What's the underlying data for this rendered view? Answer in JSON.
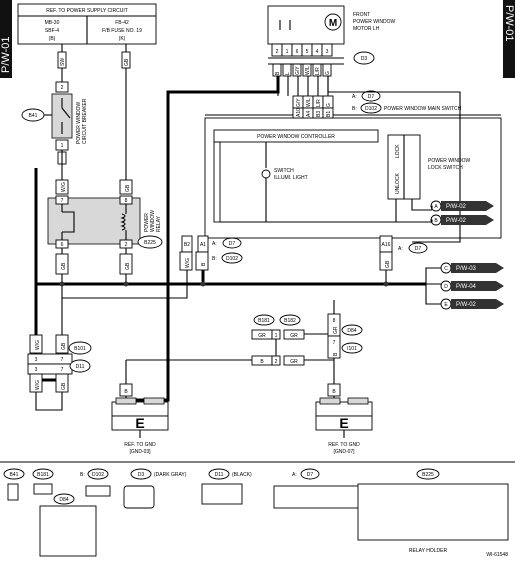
{
  "tabs": {
    "left": "P/W-01",
    "right": "P/W-01"
  },
  "supply": {
    "title": "REF. TO POWER SUPPLY CIRCUIT",
    "left_l1": "MB-30",
    "left_l2": "SBF-4",
    "left_l3": "(B)",
    "right_l1": "FB-42",
    "right_l2": "F/B FUSE NO. 19",
    "right_l3": "(K)"
  },
  "motor": {
    "l1": "FRONT",
    "l2": "POWER WINDOW",
    "l3": "MOTOR LH",
    "symbol": "M",
    "pins": [
      "2",
      "1",
      "6",
      "5",
      "4",
      "3"
    ],
    "wires": [
      "B",
      "L",
      "G/Y",
      "W/L",
      "L/R",
      "G"
    ],
    "connector": "D3"
  },
  "main_switch": {
    "label": "POWER WINDOW MAIN SWITCH",
    "conn_a": "A:",
    "conn_a_id": "D7",
    "conn_b": "B:",
    "conn_b_id": "D102",
    "pins": [
      "A10",
      "A4",
      "B3",
      "B1"
    ],
    "wires": [
      "G/Y",
      "W/L",
      "L/R",
      "G"
    ]
  },
  "controller": {
    "label": "POWER WINDOW CONTROLLER",
    "illum_l1": "SWITCH",
    "illum_l2": "ILLUMI. LIGHT"
  },
  "lock_switch": {
    "l1": "POWER WINDOW",
    "l2": "LOCK SWITCH",
    "lock": "LOCK",
    "unlock": "UNLOCK"
  },
  "refs": {
    "a": {
      "letter": "A",
      "text": "P/W-02"
    },
    "b": {
      "letter": "B",
      "text": "P/W-02"
    },
    "c": {
      "letter": "C",
      "text": "P/W-03"
    },
    "d": {
      "letter": "D",
      "text": "P/W-04"
    },
    "e": {
      "letter": "E",
      "text": "P/W-02"
    }
  },
  "breaker": {
    "id": "B41",
    "l1": "POWER WINDOW",
    "l2": "CIRCUIT BREAKER",
    "pin_top": "2",
    "pin_bot": "1",
    "wire_top": "SW",
    "wire_bot": "SW"
  },
  "relay": {
    "id": "B225",
    "l1": "POWER",
    "l2": "WINDOW",
    "l3": "RELAY",
    "pins": [
      "7",
      "8",
      "6",
      "2"
    ],
    "wires": [
      "W/G",
      "GB",
      "GB",
      "GB"
    ],
    "supply_wire": "GB"
  },
  "switch_pins": {
    "s1": "B2",
    "s1w": "W/G",
    "s2": "A1",
    "s2w": "B",
    "s3": "A16",
    "s3w": "GB",
    "s3conn": "A:",
    "s3conn_id": "D7",
    "cd7_a": "A:",
    "cd7_id": "D7",
    "cd102_b": "B:",
    "cd102_id": "D102"
  },
  "joint": {
    "b101": "B101",
    "d11": "D11",
    "b181": "B181",
    "b182": "B182",
    "d84": "D84",
    "i101": "I101",
    "w1": "W/G",
    "w2": "GB",
    "w3": "W/G",
    "w4": "GB",
    "p1": "3",
    "p2": "7",
    "p3": "3",
    "p4": "7",
    "gr1": "GR",
    "gr2": "GR",
    "gr3": "GR",
    "b1": "B",
    "b2": "B",
    "n1": "1",
    "n2": "2",
    "d84p1": "8",
    "d84w1": "GR",
    "d84p2": "7",
    "d84w2": "B"
  },
  "grounds": {
    "g1": {
      "letter": "E",
      "l1": "REF. TO GND",
      "l2": "[GND-03]",
      "wire": "B"
    },
    "g2": {
      "letter": "E",
      "l1": "REF. TO GND",
      "l2": "[GND-07]",
      "wire": "B"
    }
  },
  "connectors": {
    "b41": "B41",
    "b181": "B181",
    "b102": "B:",
    "b102_id": "D102",
    "d3": "D3",
    "d3_color": "(DARK GRAY)",
    "d11": "D11",
    "d11_color": "(BLACK)",
    "d7": "A:",
    "d7_id": "D7",
    "b225": "B225",
    "d84": "D84",
    "relay_holder": "RELAY HOLDER"
  },
  "code": "WI-61548"
}
